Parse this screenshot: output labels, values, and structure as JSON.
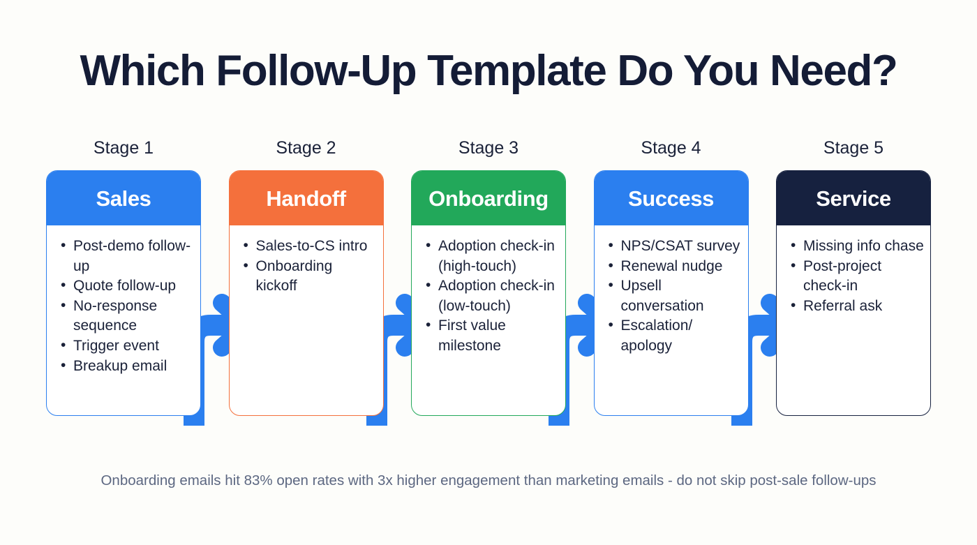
{
  "title": "Which Follow-Up Template Do You Need?",
  "footer_note": "Onboarding emails hit 83% open rates with 3x higher engagement than marketing emails - do not skip post-sale follow-ups",
  "colors": {
    "background": "#fdfdfa",
    "title_text": "#141c36",
    "body_text": "#1a2138",
    "footer_text": "#5c6781",
    "arrow": "#2b7fef",
    "sales_blue": "#2b7fef",
    "handoff_orange": "#f4703c",
    "onboarding_green": "#22a85a",
    "success_blue": "#2b7fef",
    "service_navy": "#16213f"
  },
  "stages": [
    {
      "stage_label": "Stage 1",
      "title": "Sales",
      "accent": "#2b7fef",
      "items": [
        "Post-demo follow-up",
        "Quote follow-up",
        "No-response sequence",
        "Trigger event",
        "Breakup email"
      ],
      "has_arrow": true
    },
    {
      "stage_label": "Stage 2",
      "title": "Handoff",
      "accent": "#f4703c",
      "items": [
        "Sales-to-CS intro",
        "Onboarding kickoff"
      ],
      "has_arrow": true
    },
    {
      "stage_label": "Stage 3",
      "title": "Onboarding",
      "accent": "#22a85a",
      "items": [
        "Adoption check-in (high-touch)",
        "Adoption check-in (low-touch)",
        "First value milestone"
      ],
      "has_arrow": true
    },
    {
      "stage_label": "Stage 4",
      "title": "Success",
      "accent": "#2b7fef",
      "items": [
        "NPS/CSAT survey",
        "Renewal nudge",
        "Upsell conversation",
        "Escalation/ apology"
      ],
      "has_arrow": true
    },
    {
      "stage_label": "Stage 5",
      "title": "Service",
      "accent": "#16213f",
      "items": [
        "Missing info chase",
        "Post-project check-in",
        "Referral ask"
      ],
      "has_arrow": false
    }
  ]
}
